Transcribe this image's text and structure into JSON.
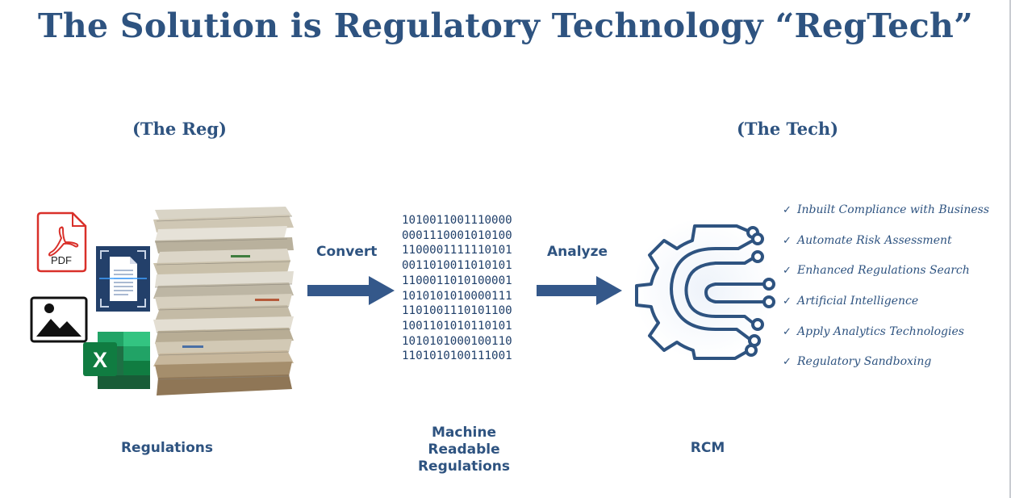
{
  "title": "The Solution is Regulatory Technology “RegTech”",
  "sections": {
    "left": "(The Reg)",
    "right": "(The Tech)"
  },
  "arrows": {
    "convert": "Convert",
    "analyze": "Analyze"
  },
  "file_icons": {
    "pdf_label": "PDF",
    "excel_label": "X"
  },
  "binary_lines": [
    "1010011001110000",
    "0001110001010100",
    "1100001111110101",
    "0011010011010101",
    "1100011010100001",
    "1010101010000111",
    "1101001110101100",
    "1001101010110101",
    "1010101000100110",
    "1101010100111001"
  ],
  "captions": {
    "regulations": "Regulations",
    "machine_readable": [
      "Machine",
      "Readable",
      "Regulations"
    ],
    "rcm": "RCM"
  },
  "benefits": [
    "Inbuilt Compliance with Business",
    "Automate Risk Assessment",
    "Enhanced Regulations Search",
    "Artificial Intelligence",
    "Apply Analytics Technologies",
    "Regulatory Sandboxing"
  ],
  "colors": {
    "brand_blue": "#2e5380",
    "arrow_blue": "#34588a",
    "pdf_red": "#d9302a",
    "excel_green": "#107c41"
  },
  "icons": [
    "pdf-file-icon",
    "scanned-document-icon",
    "image-file-icon",
    "excel-file-icon",
    "paper-stack-image",
    "circuit-gear-icon",
    "checkmark-icon"
  ]
}
